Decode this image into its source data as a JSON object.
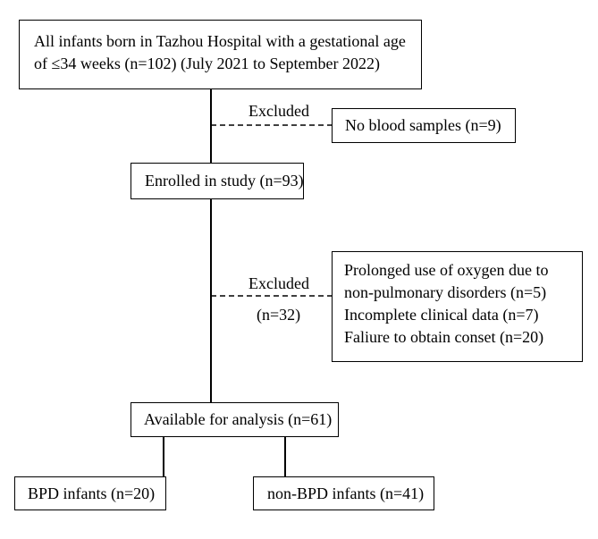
{
  "boxes": {
    "top": {
      "lines": [
        "All infants born in Tazhou Hospital with a gestational age",
        "of ≤34 weeks (n=102) (July 2021 to September 2022)"
      ]
    },
    "no_blood": {
      "text": "No blood samples (n=9)"
    },
    "enrolled": {
      "text": "Enrolled in study (n=93)"
    },
    "exclusion_reasons": {
      "lines": [
        "Prolonged use of oxygen due to",
        "non-pulmonary disorders (n=5)",
        "Incomplete clinical data (n=7)",
        "Faliure to obtain conset (n=20)"
      ]
    },
    "available": {
      "text": "Available for analysis (n=61)"
    },
    "bpd": {
      "text": "BPD infants (n=20)"
    },
    "non_bpd": {
      "text": "non-BPD infants (n=41)"
    }
  },
  "labels": {
    "excluded_1": "Excluded",
    "excluded_2": "Excluded",
    "excluded_2_count": "(n=32)"
  }
}
